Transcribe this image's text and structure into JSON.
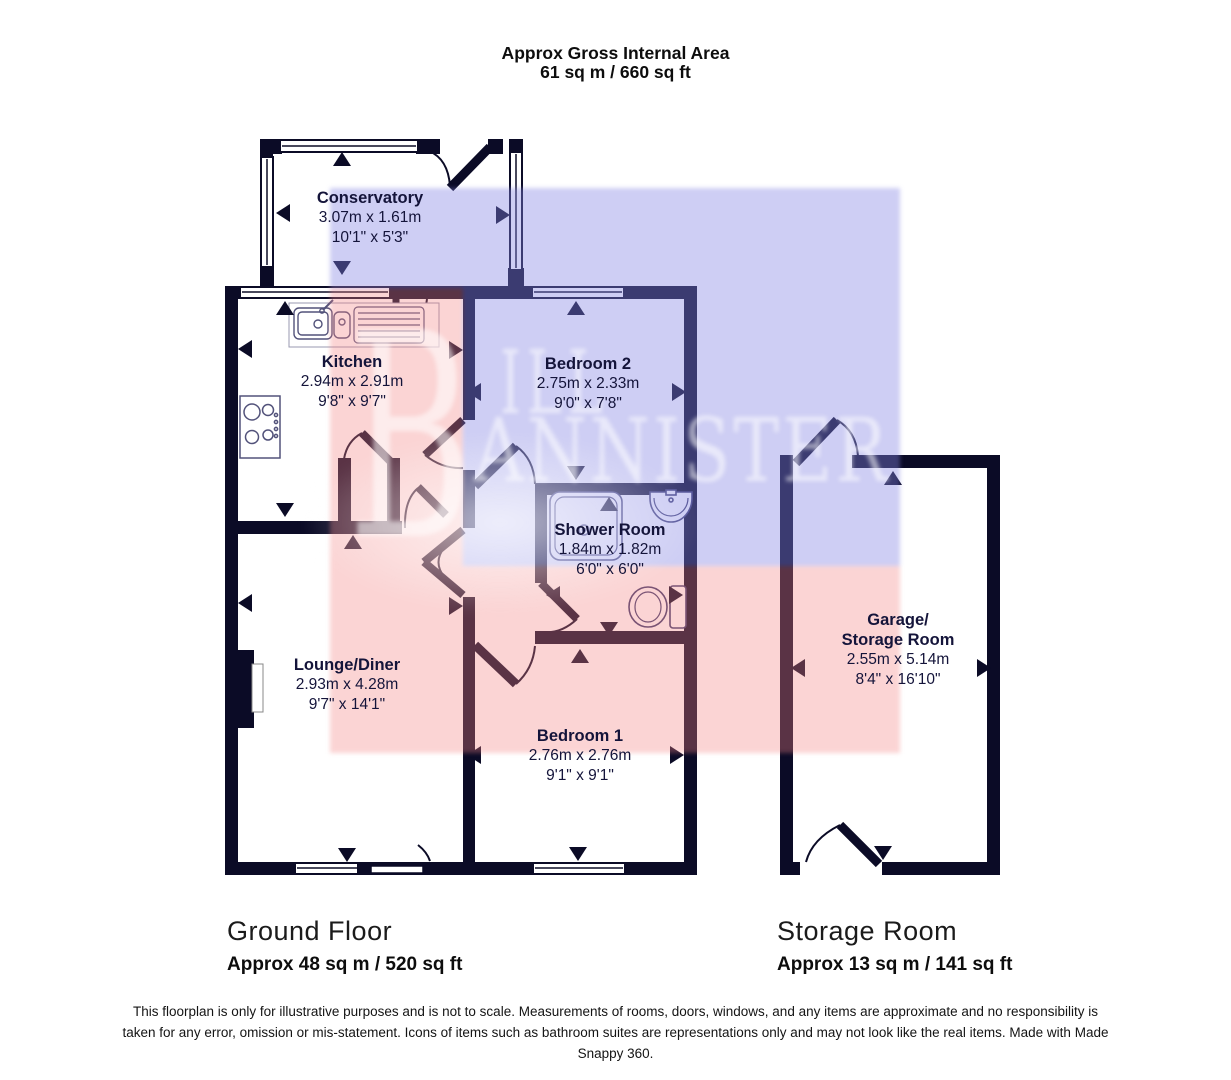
{
  "header": {
    "line1": "Approx Gross Internal Area",
    "line2": "61 sq m / 660 sq ft"
  },
  "watermark": {
    "initial": "B",
    "line1": "ILL",
    "line2": "ANNISTER"
  },
  "rooms": [
    {
      "id": "conservatory",
      "name": "Conservatory",
      "metric": "3.07m x 1.61m",
      "imperial": "10'1\" x 5'3\""
    },
    {
      "id": "kitchen",
      "name": "Kitchen",
      "metric": "2.94m x 2.91m",
      "imperial": "9'8\" x 9'7\""
    },
    {
      "id": "bedroom2",
      "name": "Bedroom 2",
      "metric": "2.75m x 2.33m",
      "imperial": "9'0\" x 7'8\""
    },
    {
      "id": "shower-room",
      "name": "Shower Room",
      "metric": "1.84m x 1.82m",
      "imperial": "6'0\" x 6'0\""
    },
    {
      "id": "lounge-diner",
      "name": "Lounge/Diner",
      "metric": "2.93m x 4.28m",
      "imperial": "9'7\" x 14'1\""
    },
    {
      "id": "bedroom1",
      "name": "Bedroom 1",
      "metric": "2.76m x 2.76m",
      "imperial": "9'1\" x 9'1\""
    },
    {
      "id": "garage",
      "name": "Garage/",
      "name2": "Storage Room",
      "metric": "2.55m x 5.14m",
      "imperial": "8'4\" x 16'10\""
    }
  ],
  "floors": [
    {
      "label": "Ground Floor",
      "area": "Approx 48 sq m / 520 sq ft"
    },
    {
      "label": "Storage Room",
      "area": "Approx 13 sq m / 141 sq ft"
    }
  ],
  "disclaimer": "This floorplan is only for illustrative purposes and is not to scale. Measurements of rooms, doors, windows, and any items are approximate and no responsibility is taken for any error, omission or mis-statement. Icons of items such as bathroom suites are representations only and may not look like the real items. Made with Made Snappy 360.",
  "colors": {
    "wall": "#0b0b26",
    "overlay_blue": "rgba(132,132,228,0.40)",
    "overlay_pink": "rgba(244,130,130,0.34)",
    "watermark": "rgba(255,255,255,0.55)"
  }
}
